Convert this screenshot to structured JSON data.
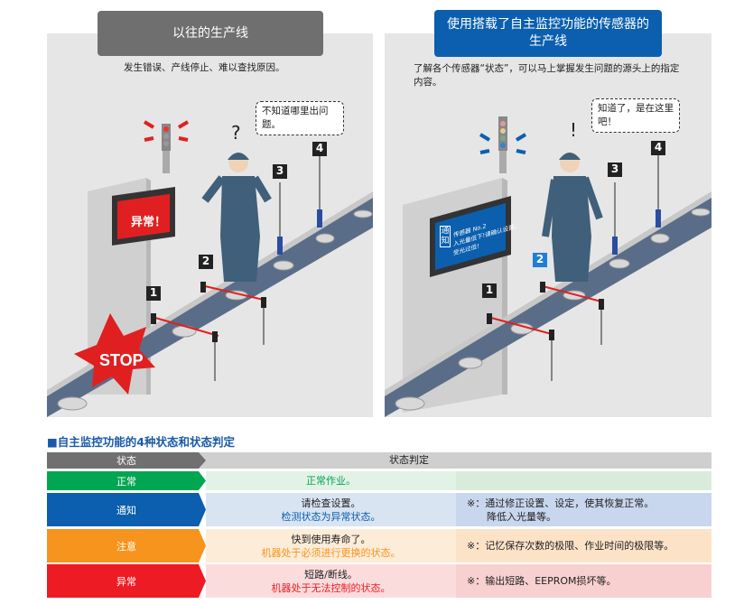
{
  "left_panel": {
    "title": "以往的生产线",
    "subtitle": "发生错误、产线停止、难以查找原因。",
    "bubble": "不知道哪里出问题。",
    "screen_text": "异常！",
    "stop": "STOP",
    "question": "?",
    "sensor_numbers": [
      "1",
      "2",
      "3",
      "4"
    ]
  },
  "right_panel": {
    "title": "使用搭载了自主监控功能的传感器的生产线",
    "subtitle": "了解各个传感器“状态”，可以马上掌握发生问题的源头上的指定内容。",
    "bubble": "知道了，是在这里吧！",
    "screen_label": "通知",
    "screen_lines": [
      "传感器 No.2",
      "入光量低下!请确认设置。",
      "受光过低!"
    ],
    "exclaim": "!",
    "sensor_numbers": [
      "1",
      "2",
      "3",
      "4"
    ]
  },
  "table": {
    "section_title": "■自主监控功能的4种状态和状态判定",
    "header": {
      "state": "状态",
      "judgement": "状态判定"
    },
    "rows": [
      {
        "label": "正常",
        "color": "#00a651",
        "line1": "",
        "line2": "正常作业。",
        "note": []
      },
      {
        "label": "通知",
        "color": "#0b5fae",
        "line1": "请检查设置。",
        "line2": "检测状态为异常状态。",
        "note": [
          "※：通过修正设置、设定，使其恢复正常。",
          "降低入光量等。"
        ]
      },
      {
        "label": "注意",
        "color": "#f7941d",
        "line1": "快到使用寿命了。",
        "line2": "机器处于必须进行更换的状态。",
        "note": [
          "※：记忆保存次数的极限、作业时间的极限等。"
        ]
      },
      {
        "label": "异常",
        "color": "#ed1c24",
        "line1": "短路/断线。",
        "line2": "机器处于无法控制的状态。",
        "note": [
          "※：输出短路、EEPROM损坏等。"
        ]
      }
    ]
  }
}
